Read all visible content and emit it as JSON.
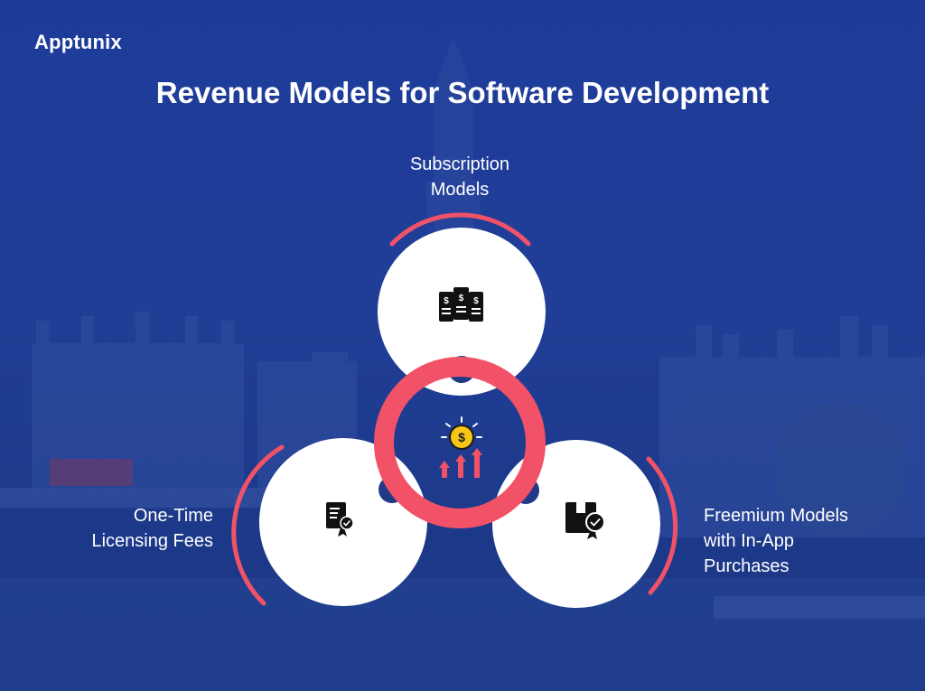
{
  "brand": {
    "logo": "Apptunix"
  },
  "title": "Revenue Models for Software Development",
  "nodes": {
    "top": {
      "label": "Subscription Models",
      "line1": "Subscription",
      "line2": "Models",
      "icon": "stacked-bills-icon"
    },
    "left": {
      "label": "One-Time Licensing Fees",
      "line1": "One-Time",
      "line2": "Licensing Fees",
      "icon": "certificate-document-icon"
    },
    "right": {
      "label": "Freemium Models with In-App Purchases",
      "line1": "Freemium Models",
      "line2": "with In-App",
      "line3": "Purchases",
      "icon": "badge-box-icon"
    },
    "center": {
      "icon": "revenue-growth-icon"
    }
  },
  "colors": {
    "accent": "#f25268",
    "background": "#1f3c98",
    "connector": "#213a86",
    "node_fill": "#ffffff",
    "coin": "#f5c518"
  }
}
